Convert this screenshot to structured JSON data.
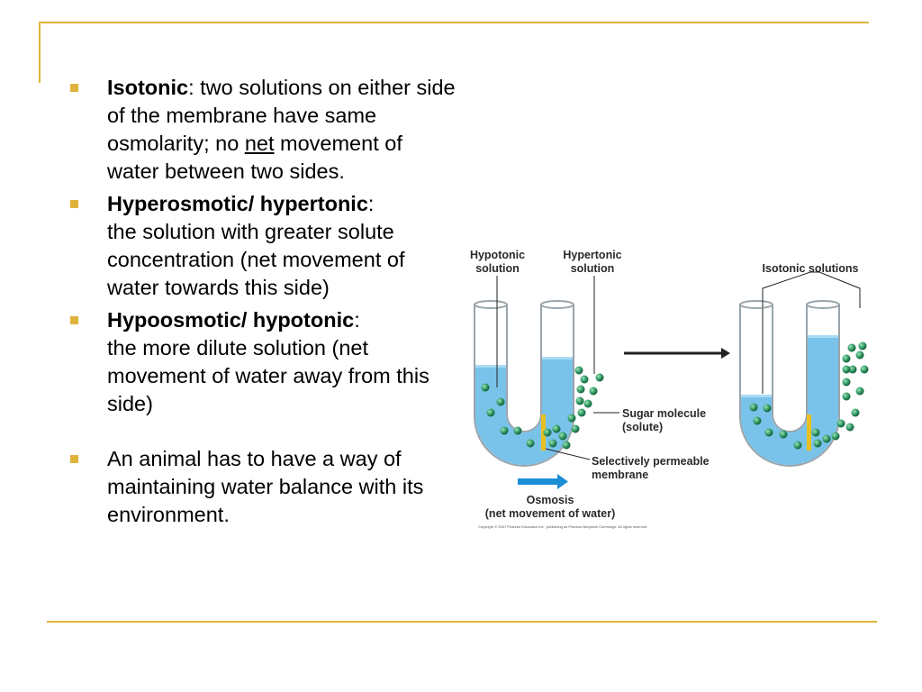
{
  "bullets": [
    {
      "term": "Isotonic",
      "sep": ":  ",
      "text_before": "two solutions on either side of the membrane have same osmolarity; no ",
      "underlined": "net",
      "text_after": " movement of water between two sides."
    },
    {
      "term": "Hyperosmotic/ hypertonic",
      "sep": ":",
      "text": "the solution with greater solute concentration (net movement of water towards this side)"
    },
    {
      "term": "Hypoosmotic/ hypotonic",
      "sep": ":",
      "text": "the more dilute solution (net movement of water away from this side)"
    },
    {
      "text": "An animal has to have a way of maintaining water balance with its environment."
    }
  ],
  "figure": {
    "hypotonic_label": "Hypotonic\nsolution",
    "hypertonic_label": "Hypertonic\nsolution",
    "isotonic_label": "Isotonic solutions",
    "sugar_label": "Sugar molecule\n(solute)",
    "membrane_label": "Selectively permeable\nmembrane",
    "osmosis_label": "Osmosis\n(net movement of water)",
    "copyright": "Copyright © 2007 Pearson Education Inc., publishing as Pearson Benjamin Cummings. All rights reserved.",
    "colors": {
      "water": "#79c3ea",
      "molecule": "#2f9a64",
      "membrane": "#e8c022",
      "arrow_blue": "#1b8fd6"
    }
  }
}
